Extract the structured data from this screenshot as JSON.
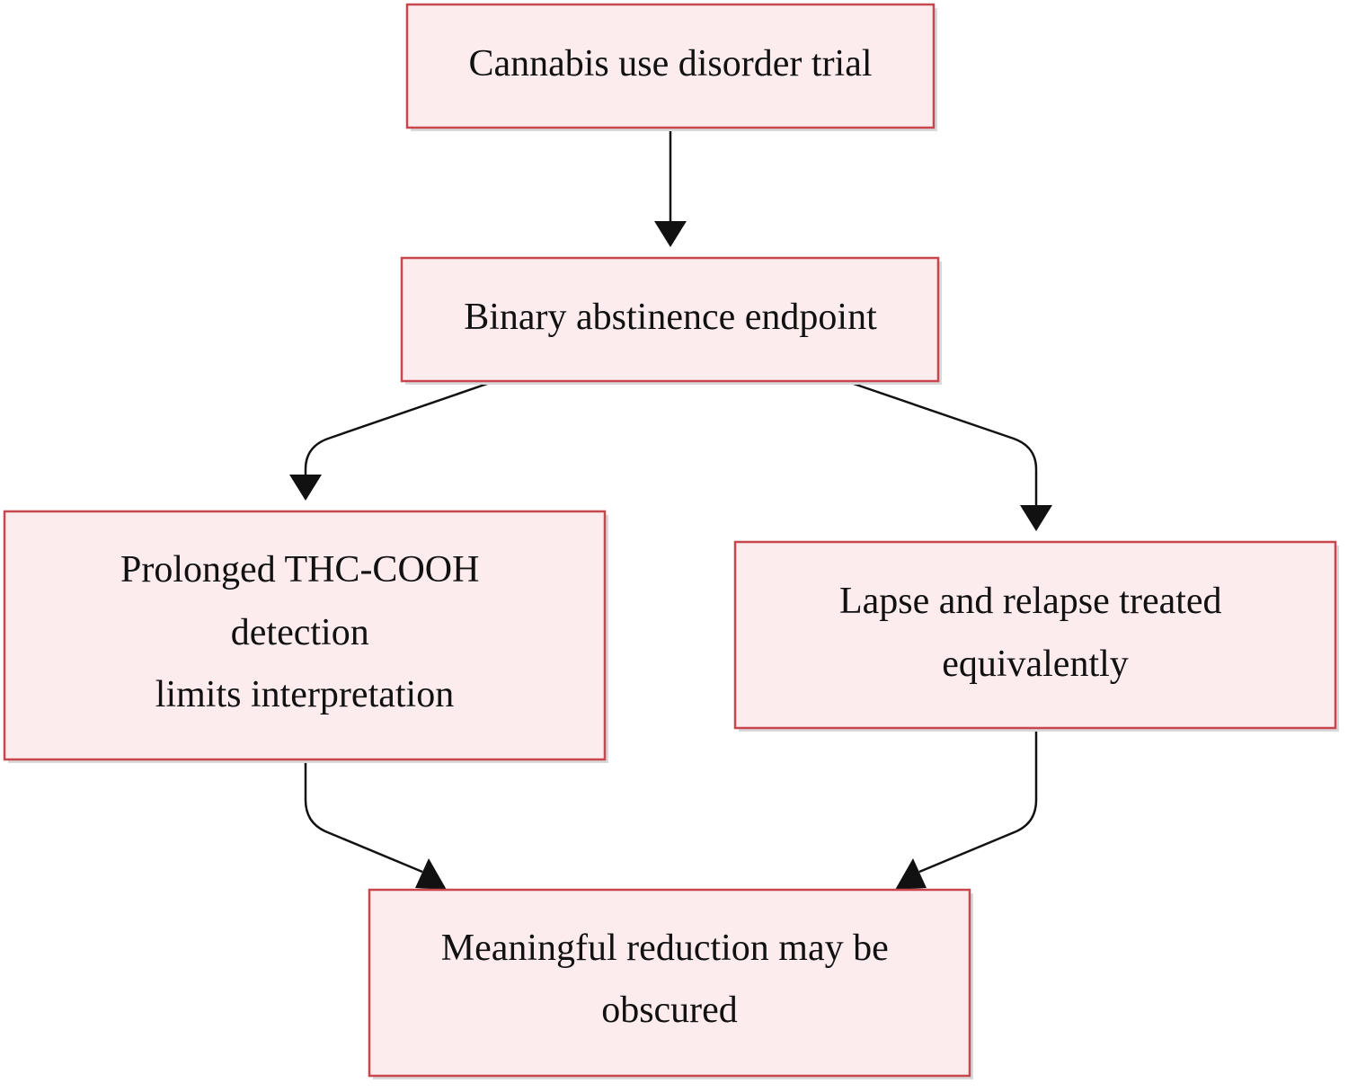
{
  "diagram": {
    "nodes": {
      "trial": {
        "lines": [
          "Cannabis use disorder trial"
        ]
      },
      "endpoint": {
        "lines": [
          "Binary abstinence endpoint"
        ]
      },
      "detection": {
        "lines": [
          "Prolonged THC-COOH",
          "detection",
          "limits interpretation"
        ]
      },
      "lapse": {
        "lines": [
          "Lapse and relapse treated",
          "equivalently"
        ]
      },
      "reduction": {
        "lines": [
          "Meaningful reduction may be",
          "obscured"
        ]
      }
    },
    "edges": [
      {
        "from": "trial",
        "to": "endpoint"
      },
      {
        "from": "endpoint",
        "to": "detection"
      },
      {
        "from": "endpoint",
        "to": "lapse"
      },
      {
        "from": "detection",
        "to": "reduction"
      },
      {
        "from": "lapse",
        "to": "reduction"
      }
    ],
    "colors": {
      "node_fill": "#fdecee",
      "node_border": "#c8474f",
      "edge": "#111111",
      "text": "#111111"
    }
  }
}
